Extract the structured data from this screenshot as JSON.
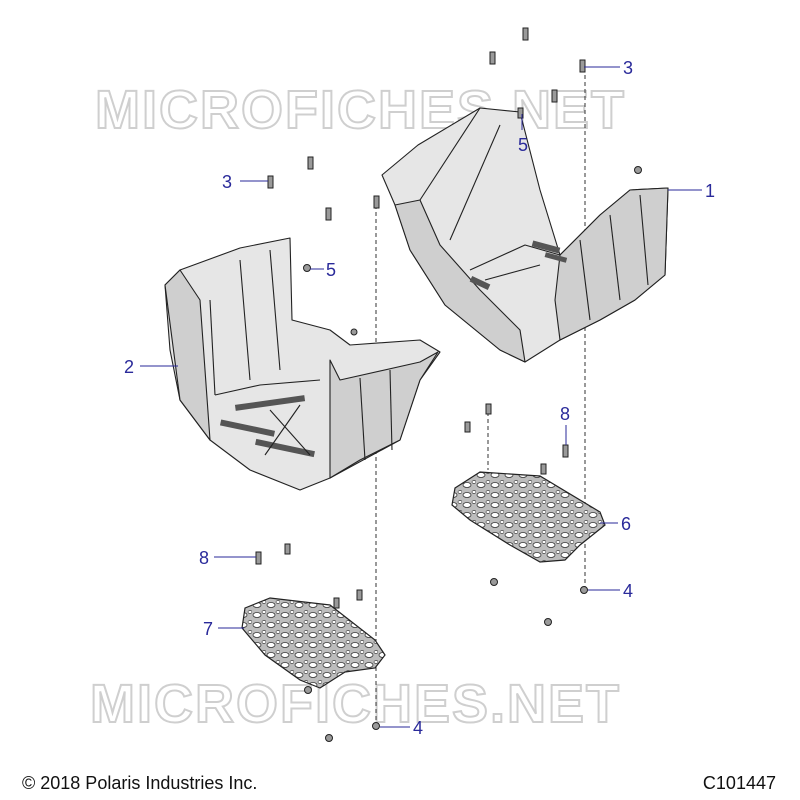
{
  "watermark": {
    "text": "MICROFICHES.NET"
  },
  "footer": {
    "copyright": "© 2018 Polaris Industries Inc.",
    "diagram_id": "C101447"
  },
  "callouts": {
    "c1": "1",
    "c2": "2",
    "c3a": "3",
    "c3b": "3",
    "c4a": "4",
    "c4b": "4",
    "c5a": "5",
    "c5b": "5",
    "c6": "6",
    "c7": "7",
    "c8a": "8",
    "c8b": "8"
  },
  "colors": {
    "callout": "#2a2a9a",
    "line": "#222222",
    "watermark": "#cfcfcf"
  }
}
